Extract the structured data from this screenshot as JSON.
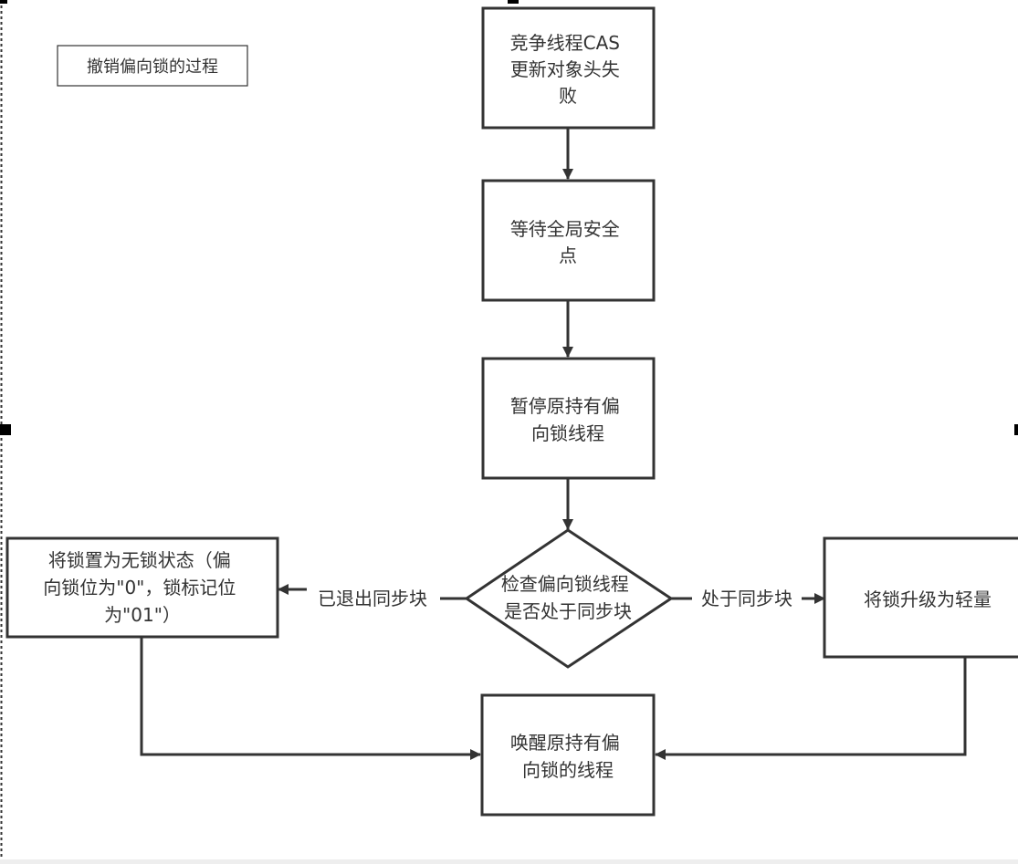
{
  "diagram": {
    "title": "撤销偏向锁的过程",
    "colors": {
      "stroke": "#333333",
      "text": "#333333",
      "background": "#ffffff",
      "selection_handle": "#000000"
    },
    "nodes": {
      "cas_fail": {
        "type": "process",
        "lines": [
          "竞争线程CAS",
          "更新对象头失",
          "败"
        ]
      },
      "wait_safepoint": {
        "type": "process",
        "lines": [
          "等待全局安全",
          "点"
        ]
      },
      "pause_thread": {
        "type": "process",
        "lines": [
          "暂停原持有偏",
          "向锁线程"
        ]
      },
      "check_sync": {
        "type": "decision",
        "lines": [
          "检查偏向锁线程",
          "是否处于同步块"
        ]
      },
      "set_unlocked": {
        "type": "process",
        "lines": [
          "将锁置为无锁状态（偏",
          "向锁位为\"0\"，锁标记位",
          "为\"01\"）"
        ]
      },
      "upgrade_light": {
        "type": "process",
        "lines": [
          "将锁升级为轻量"
        ]
      },
      "wake_thread": {
        "type": "process",
        "lines": [
          "唤醒原持有偏",
          "向锁的线程"
        ]
      }
    },
    "edges": [
      {
        "from": "cas_fail",
        "to": "wait_safepoint",
        "label": ""
      },
      {
        "from": "wait_safepoint",
        "to": "pause_thread",
        "label": ""
      },
      {
        "from": "pause_thread",
        "to": "check_sync",
        "label": ""
      },
      {
        "from": "check_sync",
        "to": "set_unlocked",
        "label": "已退出同步块"
      },
      {
        "from": "check_sync",
        "to": "upgrade_light",
        "label": "处于同步块"
      },
      {
        "from": "set_unlocked",
        "to": "wake_thread",
        "label": ""
      },
      {
        "from": "upgrade_light",
        "to": "wake_thread",
        "label": ""
      }
    ]
  }
}
